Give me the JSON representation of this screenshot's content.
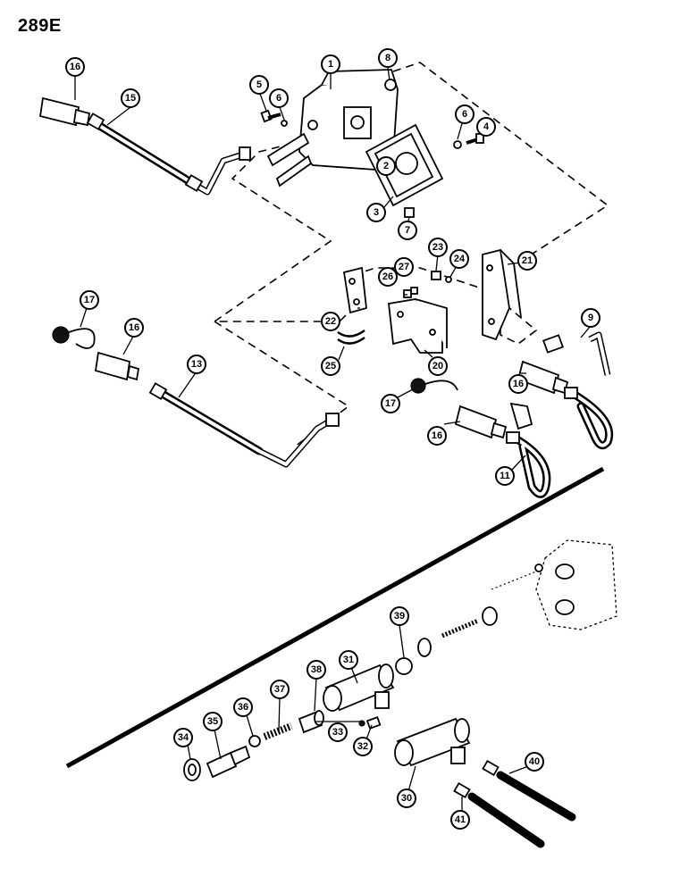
{
  "page": {
    "title": "289E"
  },
  "callouts": {
    "c1": "1",
    "c2": "2",
    "c3": "3",
    "c4": "4",
    "c5": "5",
    "c6a": "6",
    "c6b": "6",
    "c7": "7",
    "c8": "8",
    "c9": "9",
    "c11": "11",
    "c13": "13",
    "c15": "15",
    "c16a": "16",
    "c16b": "16",
    "c16c": "16",
    "c16d": "16",
    "c17a": "17",
    "c17b": "17",
    "c20": "20",
    "c21": "21",
    "c22": "22",
    "c23": "23",
    "c24": "24",
    "c25": "25",
    "c26": "26",
    "c27": "27",
    "c30": "30",
    "c31": "31",
    "c32": "32",
    "c33": "33",
    "c34": "34",
    "c35": "35",
    "c36": "36",
    "c37": "37",
    "c38": "38",
    "c39": "39",
    "c40": "40",
    "c41": "41"
  }
}
